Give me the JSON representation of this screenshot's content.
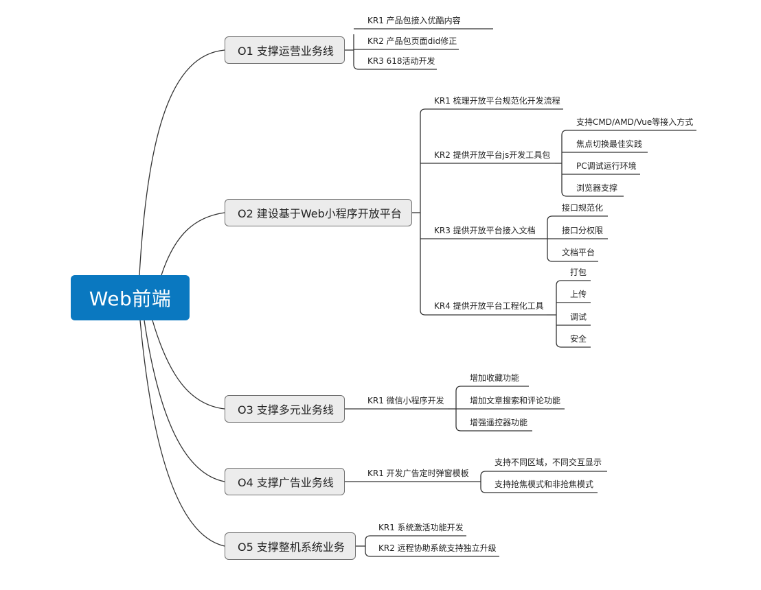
{
  "root": {
    "label": "Web前端"
  },
  "objectives": [
    {
      "label": "O1 支撑运营业务线",
      "krs": [
        {
          "label": "KR1 产品包接入优酷内容"
        },
        {
          "label": "KR2 产品包页面did修正"
        },
        {
          "label": "KR3 618活动开发"
        }
      ]
    },
    {
      "label": "O2 建设基于Web小程序开放平台",
      "krs": [
        {
          "label": "KR1 梳理开放平台规范化开发流程"
        },
        {
          "label": "KR2 提供开放平台js开发工具包",
          "items": [
            "支持CMD/AMD/Vue等接入方式",
            "焦点切换最佳实践",
            "PC调试运行环境",
            "浏览器支撑"
          ]
        },
        {
          "label": "KR3 提供开放平台接入文档",
          "items": [
            "接口规范化",
            "接口分权限",
            "文档平台"
          ]
        },
        {
          "label": "KR4 提供开放平台工程化工具",
          "items": [
            "打包",
            "上传",
            "调试",
            "安全"
          ]
        }
      ]
    },
    {
      "label": "O3 支撑多元业务线",
      "krs": [
        {
          "label": "KR1 微信小程序开发",
          "items": [
            "增加收藏功能",
            "增加文章搜索和评论功能",
            "增强遥控器功能"
          ]
        }
      ]
    },
    {
      "label": "O4 支撑广告业务线",
      "krs": [
        {
          "label": "KR1 开发广告定时弹窗模板",
          "items": [
            "支持不同区域，不同交互显示",
            "支持抢焦模式和非抢焦模式"
          ]
        }
      ]
    },
    {
      "label": "O5 支撑整机系统业务",
      "krs": [
        {
          "label": "KR1 系统激活功能开发"
        },
        {
          "label": "KR2 远程协助系统支持独立升级"
        }
      ]
    }
  ]
}
